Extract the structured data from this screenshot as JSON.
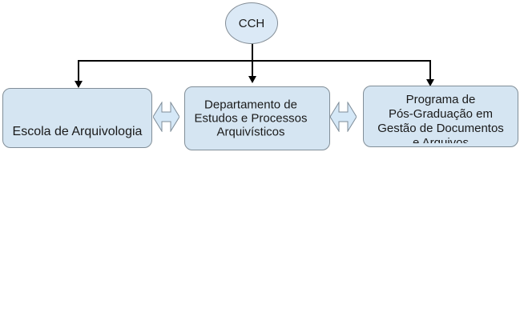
{
  "org_chart": {
    "root": {
      "label": "CCH"
    },
    "children": [
      {
        "lines": [
          "Escola de Arquivologia"
        ]
      },
      {
        "lines": [
          "Departamento de",
          "Estudos e Processos",
          "Arquivísticos"
        ]
      },
      {
        "lines": [
          "Programa de",
          "Pós-Graduação em",
          "Gestão de Documentos",
          "e Arquivos"
        ]
      }
    ],
    "colors": {
      "node_fill": "#d5e5f2",
      "ellipse_fill": "#dbe9f6",
      "node_border": "#818e98",
      "connector": "#000000",
      "text": "#1a1a1a",
      "background": "#ffffff"
    }
  }
}
